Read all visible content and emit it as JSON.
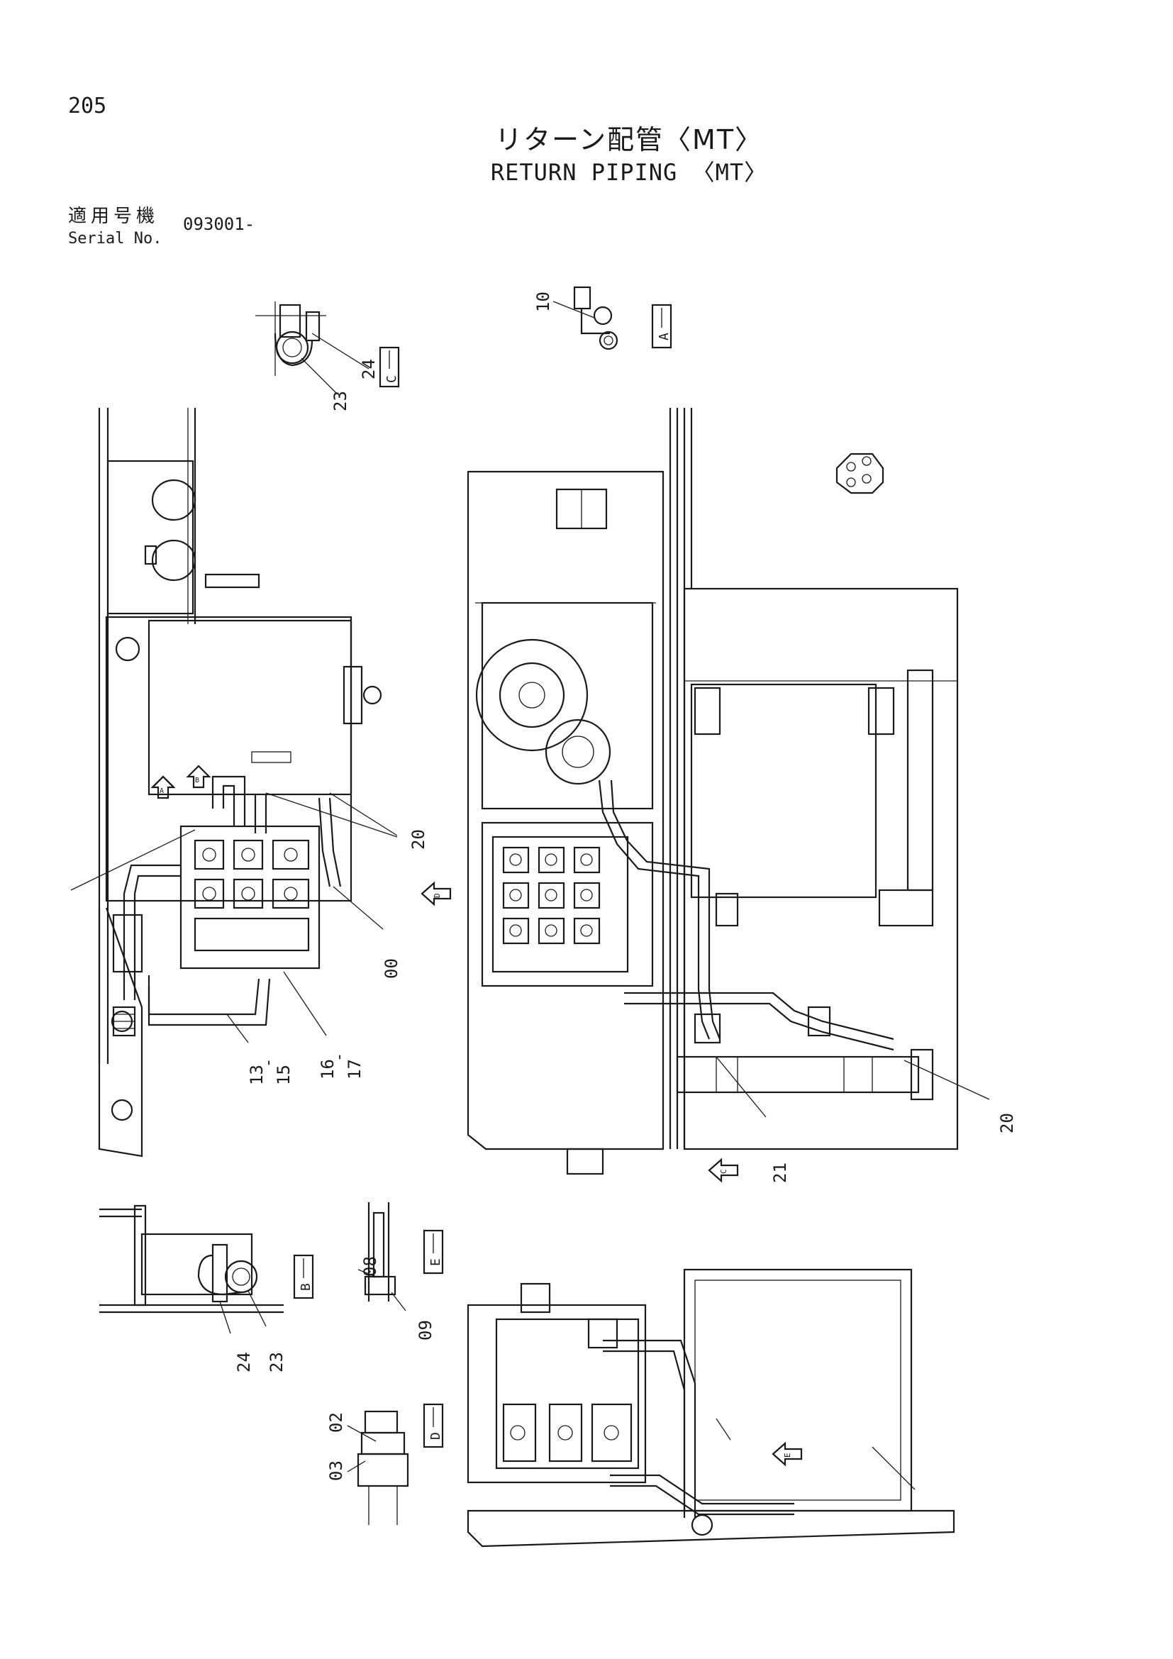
{
  "page": {
    "number": "205",
    "title_jp": "リターン配管〈MT〉",
    "title_en": "RETURN PIPING 〈MT〉",
    "serial_label_jp": "適用号機",
    "serial_label_en": "Serial No.",
    "serial_value": "093001-"
  },
  "sections": {
    "A": "A",
    "B": "B",
    "C": "C",
    "D": "D",
    "E": "E",
    "arrow_A": "A",
    "arrow_B": "B",
    "arrow_C": "C",
    "arrow_D": "D",
    "arrow_E": "E"
  },
  "callouts": {
    "c10": "10",
    "c24a": "24",
    "c23a": "23",
    "c20a": "20",
    "c00": "00",
    "c13": "13",
    "c15": "15",
    "c13_sep": "-",
    "c16": "16",
    "c17": "17",
    "c16_sep": "-",
    "c20b": "20",
    "c21": "21",
    "c08": "08",
    "c09": "09",
    "c24b": "24",
    "c23b": "23",
    "c02": "02",
    "c03": "03"
  }
}
